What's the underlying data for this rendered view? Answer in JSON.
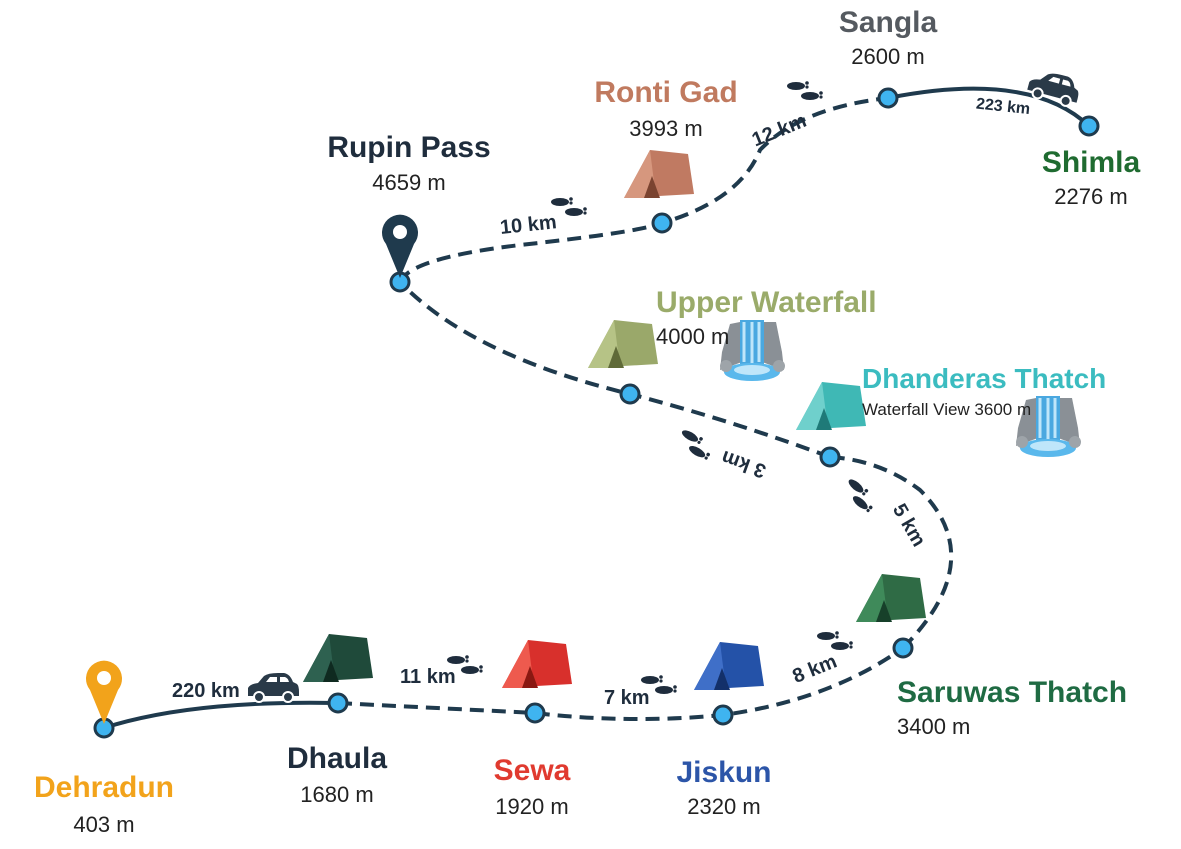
{
  "colors": {
    "path": "#1f3a4d",
    "stop_fill": "#3fb4f0",
    "dehradun": "#f2a31b",
    "dhaula": "#1f2d3d",
    "sewa": "#e03a2f",
    "jiskun": "#2c55a8",
    "saruwas": "#1f6b43",
    "dhanderas": "#3bbcc0",
    "upper_waterfall": "#9aab6a",
    "rupin": "#1f2d3d",
    "ronti": "#c07a5f",
    "sangla": "#555a60",
    "shimla": "#1f6b30",
    "tent_dark_green": "#1f4a3a",
    "tent_red": "#d8302c",
    "tent_blue": "#2452a8",
    "tent_green": "#2f6b45",
    "tent_teal": "#3fb8b5",
    "tent_olive": "#9aa86a",
    "tent_brown": "#c07a62"
  },
  "places": {
    "dehradun": {
      "name": "Dehradun",
      "alt": "403 m"
    },
    "dhaula": {
      "name": "Dhaula",
      "alt": "1680 m"
    },
    "sewa": {
      "name": "Sewa",
      "alt": "1920 m"
    },
    "jiskun": {
      "name": "Jiskun",
      "alt": "2320 m"
    },
    "saruwas": {
      "name": "Saruwas Thatch",
      "alt": "3400 m"
    },
    "dhanderas": {
      "name": "Dhanderas Thatch",
      "alt": "Waterfall View 3600 m"
    },
    "upper_waterfall": {
      "name": "Upper Waterfall",
      "alt": "4000 m"
    },
    "rupin": {
      "name": "Rupin Pass",
      "alt": "4659 m"
    },
    "ronti": {
      "name": "Ronti Gad",
      "alt": "3993 m"
    },
    "sangla": {
      "name": "Sangla",
      "alt": "2600 m"
    },
    "shimla": {
      "name": "Shimla",
      "alt": "2276 m"
    }
  },
  "distances": {
    "dehradun_dhaula": "220 km",
    "dhaula_sewa": "11 km",
    "sewa_jiskun": "7 km",
    "jiskun_saruwas": "8 km",
    "saruwas_dhanderas": "5 km",
    "dhanderas_upper": "3 km",
    "rupin_ronti": "10 km",
    "ronti_sangla": "12 km",
    "sangla_shimla": "223 km"
  },
  "icons": {
    "car": "car-icon",
    "footprints": "footprints-icon",
    "tent": "tent-icon",
    "waterfall": "waterfall-icon",
    "pin": "map-pin-icon"
  }
}
